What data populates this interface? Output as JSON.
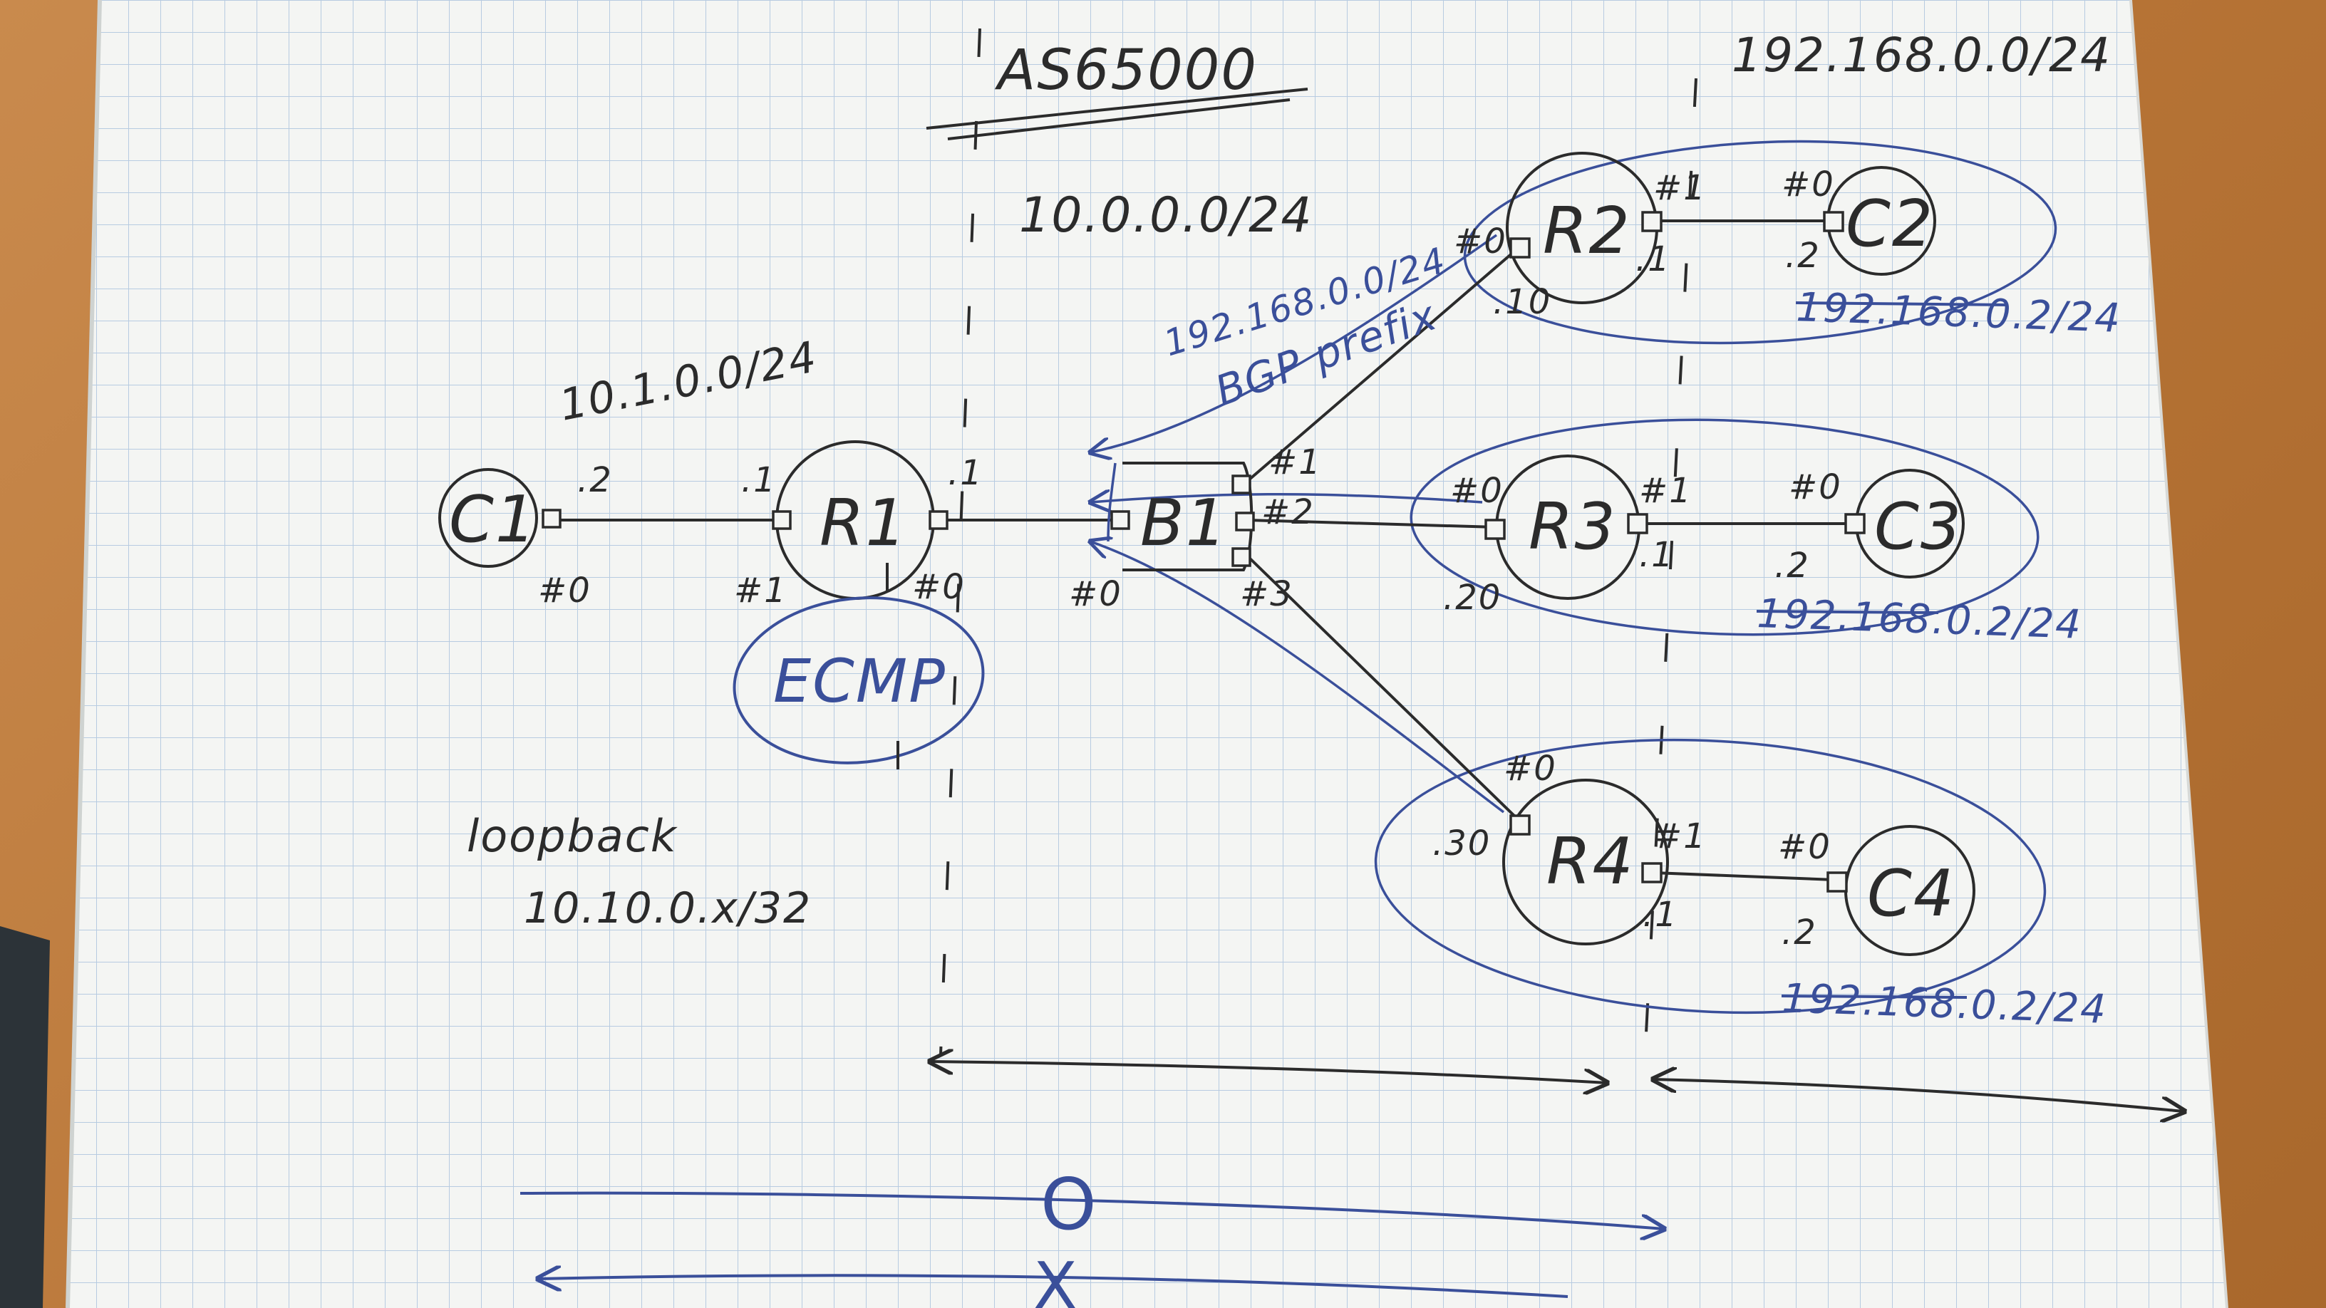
{
  "diagram": {
    "as_label": "AS65000",
    "net_left": "10.0.0.0/24",
    "net_r1_c1": "10.1.0.0/24",
    "net_right": "192.168.0.0/24",
    "loopback_label": "loopback",
    "loopback_addr": "10.10.0.x/32",
    "ecmp_label": "ECMP",
    "bgp_prefix_line1": "192.168.0.0/24",
    "bgp_prefix_line2": "BGP prefix",
    "nodes": {
      "c1": "C1",
      "r1": "R1",
      "b1": "B1",
      "r2": "R2",
      "r3": "R3",
      "r4": "R4",
      "c2": "C2",
      "c3": "C3",
      "c4": "C4"
    },
    "ifaces": {
      "c1_if0": "#0",
      "c1_addr": ".2",
      "r1_if1": "#1",
      "r1_if1_addr": ".1",
      "r1_if0": "#0",
      "r1_if0_addr": ".1",
      "b1_if0": "#0",
      "b1_if1": "#1",
      "b1_if2": "#2",
      "b1_if3": "#3",
      "r2_if0": "#0",
      "r2_addr": ".10",
      "r2_if1": "#1",
      "r2_if1_addr": ".1",
      "c2_if0": "#0",
      "c2_addr": ".2",
      "c2_net": "192.168.0.2/24",
      "r3_if0": "#0",
      "r3_addr": ".20",
      "r3_if1": "#1",
      "r3_if1_addr": ".1",
      "c3_if0": "#0",
      "c3_addr": ".2",
      "c3_net": "192.168.0.2/24",
      "r4_if0": "#0",
      "r4_addr": ".30",
      "r4_if1": "#1",
      "r4_if1_addr": ".1",
      "c4_if0": "#0",
      "c4_addr": ".2",
      "c4_net": "192.168.0.2/24"
    },
    "bottom_ok": "O",
    "bottom_ng": "X",
    "colors": {
      "paper": "#f4f5f3",
      "grid": "#9bb7d6",
      "pencil": "#2b2b2b",
      "pen_blue": "#3a4f9a",
      "desk": "#b87536"
    }
  }
}
